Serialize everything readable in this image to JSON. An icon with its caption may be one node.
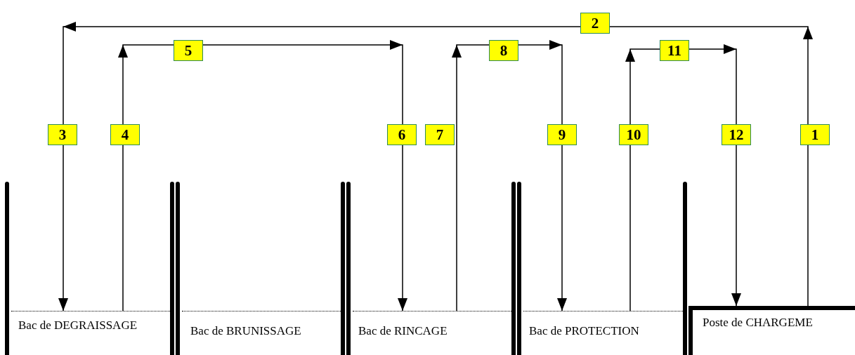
{
  "diagram": {
    "nodes": [
      {
        "text": [
          "Bac de DEGRAISSAGE"
        ]
      },
      {
        "text": [
          "Bac de BRUNISSAGE"
        ]
      },
      {
        "text": [
          "Bac de RINCAGE"
        ]
      },
      {
        "text": [
          "Bac de PROTECTION"
        ]
      },
      {
        "text": [
          "Poste de CHARGEME"
        ]
      }
    ],
    "edges": [
      {
        "from": 4,
        "to": 0,
        "arrow": "to"
      },
      {
        "from": 0,
        "to": 2,
        "arrow": "to"
      },
      {
        "from": 2,
        "to": 3,
        "arrow": "to"
      },
      {
        "from": 3,
        "to": 4,
        "arrow": "to"
      }
    ],
    "labels": [
      "2",
      "5",
      "8",
      "11",
      "3",
      "4",
      "6",
      "7",
      "9",
      "10",
      "12",
      "1"
    ]
  }
}
